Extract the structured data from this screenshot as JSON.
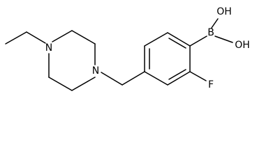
{
  "diagram_type": "chemical-structure",
  "atoms": {
    "n_ethyl": "N",
    "n_benzyl": "N",
    "boron": "B",
    "oh_top": "OH",
    "oh_right": "OH",
    "fluorine": "F"
  }
}
